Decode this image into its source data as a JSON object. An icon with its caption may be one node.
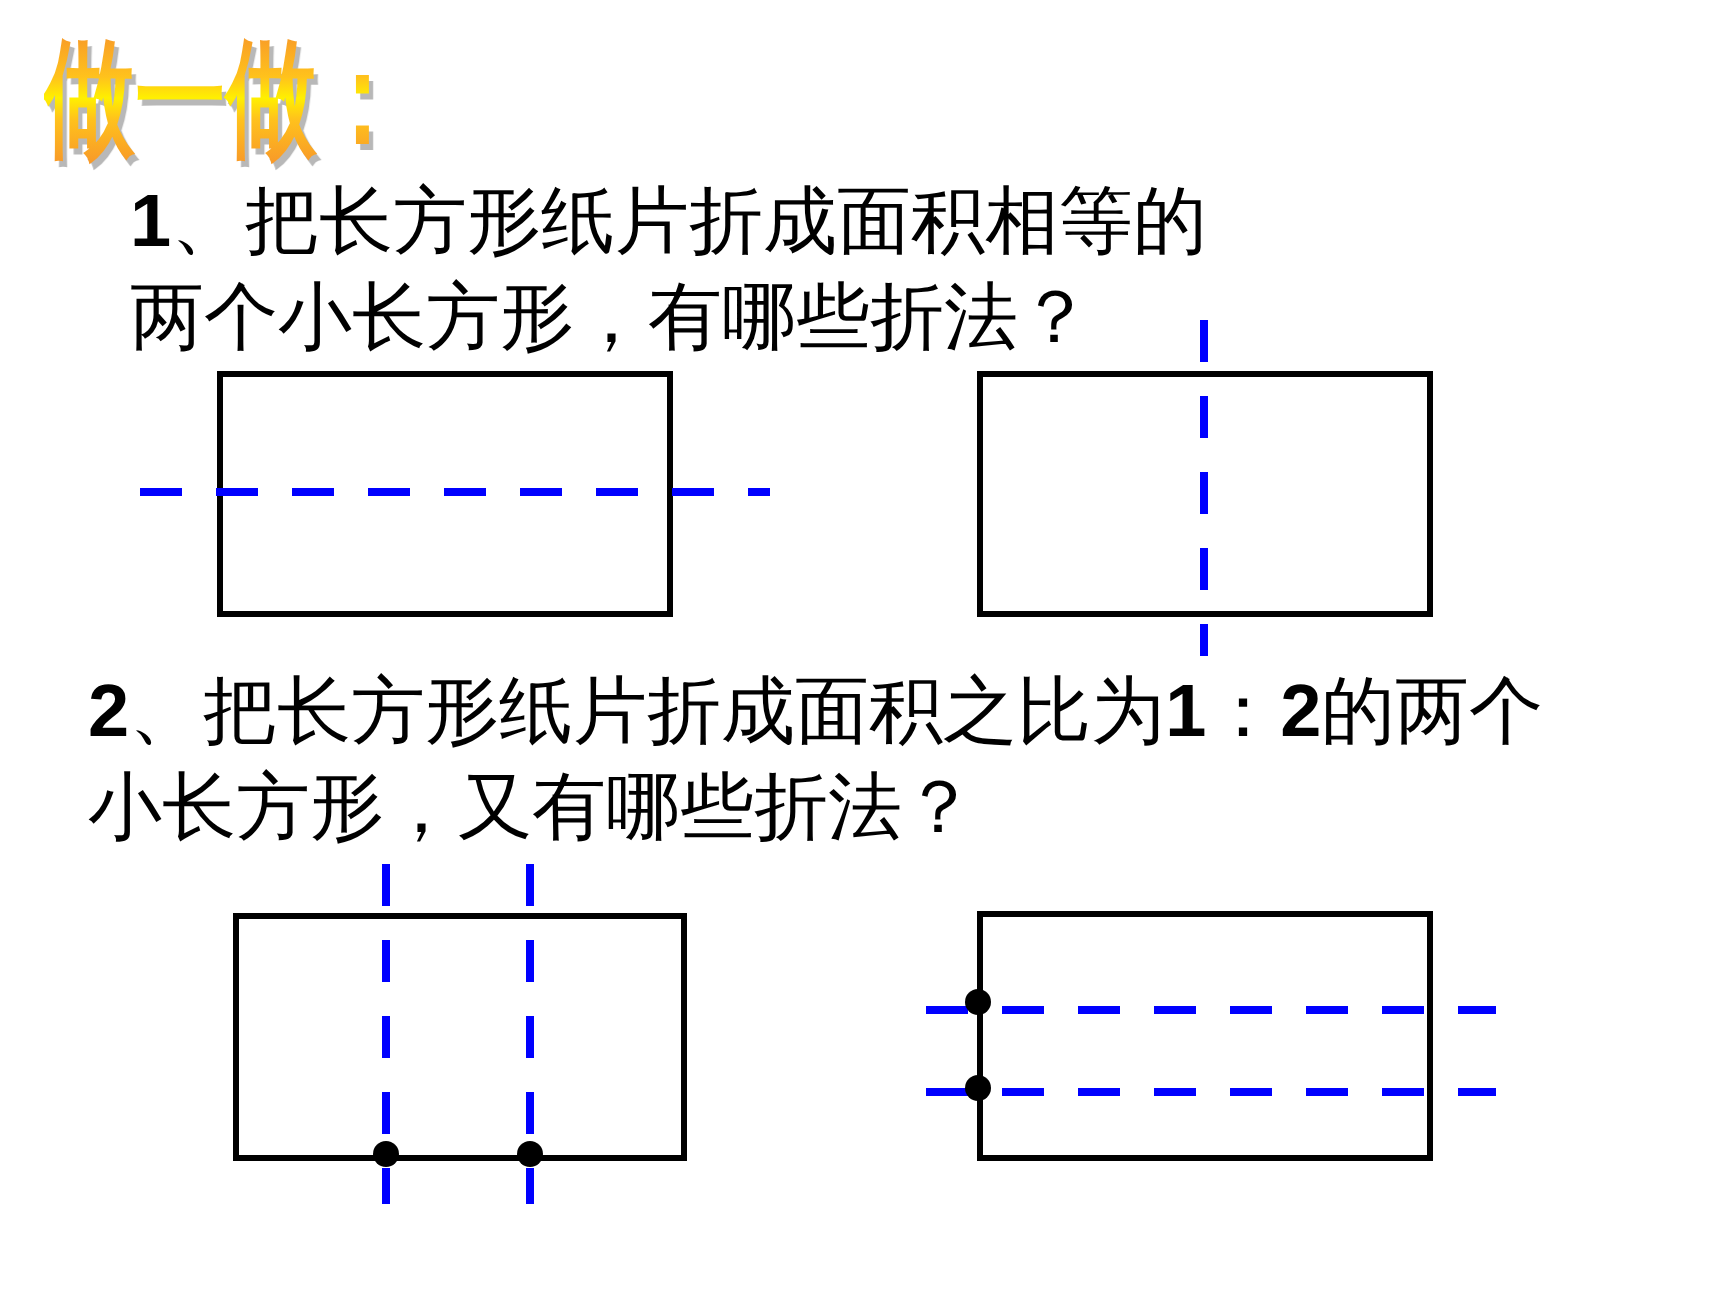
{
  "diagram": {
    "title": "做一做：",
    "labels": [
      "**1**、把长方形纸片折成面积相等的两个小长方形，有哪些折法？",
      "**2**、把长方形纸片折成面积之比为**1**：**2**的两个小长方形，又有哪些折法？"
    ]
  }
}
